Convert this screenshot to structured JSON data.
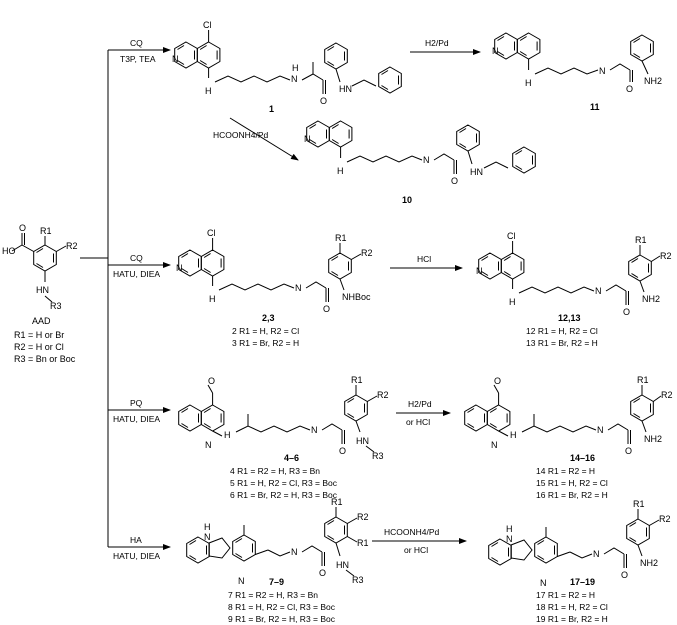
{
  "start": {
    "name": "AAD",
    "atoms": {
      "oh": "HO",
      "o": "O",
      "r1": "R1",
      "r2": "R2",
      "hn": "HN",
      "r3": "R3"
    },
    "definitions": [
      "R1 = H or Br",
      "R2 = H or Cl",
      "R3 = Bn or Boc"
    ]
  },
  "routes": [
    {
      "reagent": "CQ",
      "conditions": "T3P, TEA",
      "product_label": "1",
      "next": [
        {
          "reagent": "H2/Pd",
          "product_label": "11"
        },
        {
          "reagent": "HCOONH4/Pd",
          "product_label": "10"
        }
      ]
    },
    {
      "reagent": "CQ",
      "conditions": "HATU, DIEA",
      "product_label": "2,3",
      "substituent_lines": [
        "2  R1 = H, R2 = Cl",
        "3  R1 = Br, R2 = H"
      ],
      "next": [
        {
          "reagent": "HCl",
          "product_label": "12,13",
          "substituent_lines": [
            "12  R1 = H, R2 = Cl",
            "13  R1 = Br, R2 = H"
          ]
        }
      ]
    },
    {
      "reagent": "PQ",
      "conditions": "HATU, DIEA",
      "product_label": "4–6",
      "substituent_lines": [
        "4  R1 = R2 = H, R3 = Bn",
        "5  R1 = H, R2 = Cl, R3 = Boc",
        "6  R1 = Br, R2 = H, R3 = Boc"
      ],
      "next": [
        {
          "reagent": "H2/Pd",
          "conditions": "or HCl",
          "product_label": "14–16",
          "substituent_lines": [
            "14  R1 = R2 = H",
            "15  R1 = H, R2 = Cl",
            "16  R1 = Br, R2 = H"
          ]
        }
      ]
    },
    {
      "reagent": "HA",
      "conditions": "HATU, DIEA",
      "product_label": "7–9",
      "substituent_lines": [
        "7  R1 = R2 = H, R3 = Bn",
        "8  R1 = H, R2 = Cl, R3 = Boc",
        "9  R1 = Br, R2 = H, R3 = Boc"
      ],
      "next": [
        {
          "reagent": "HCOONH4/Pd",
          "conditions": "or HCl",
          "product_label": "17–19",
          "substituent_lines": [
            "17  R1 = R2 = H",
            "18  R1 = H, R2 = Cl",
            "19  R1 = Br, R2 = H"
          ]
        }
      ]
    }
  ],
  "atom_labels": {
    "cl": "Cl",
    "n": "N",
    "nh": "H N",
    "h": "H",
    "o": "O",
    "nh2": "NH2",
    "nhboc": "NHBoc",
    "hn_bn": "HN",
    "ome": "O"
  }
}
